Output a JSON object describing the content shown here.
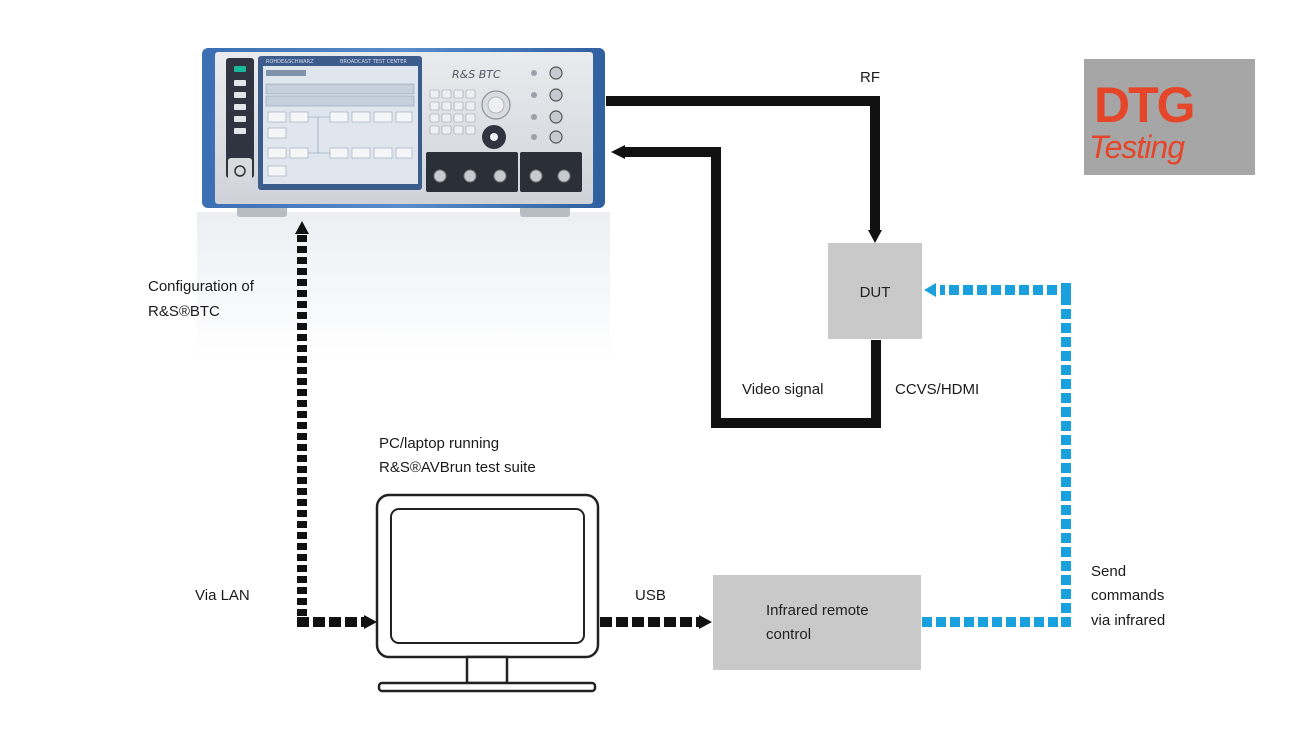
{
  "logo": {
    "line1": "DTG",
    "line2": "Testing",
    "bg_color": "#a6a6a6",
    "text_color": "#e5462a"
  },
  "instrument": {
    "brand": "ROHDE&SCHWARZ",
    "model": "R&S BTC",
    "subtitle": "BROADCAST TEST CENTER"
  },
  "labels": {
    "rf": "RF",
    "config_line1": "Configuration of",
    "config_line2": "R&S®BTC",
    "video_signal": "Video signal",
    "ccvs_hdmi": "CCVS/HDMI",
    "pc_line1": "PC/laptop running",
    "pc_line2": "R&S®AVBrun test suite",
    "via_lan": "Via LAN",
    "usb": "USB",
    "send_line1": "Send",
    "send_line2": "commands",
    "send_line3": "via infrared"
  },
  "boxes": {
    "dut": "DUT",
    "ir_line1": "Infrared remote",
    "ir_line2": "control"
  },
  "colors": {
    "cable": "#111111",
    "infrared": "#1aa0dc",
    "box_fill": "#c9c9c9"
  }
}
